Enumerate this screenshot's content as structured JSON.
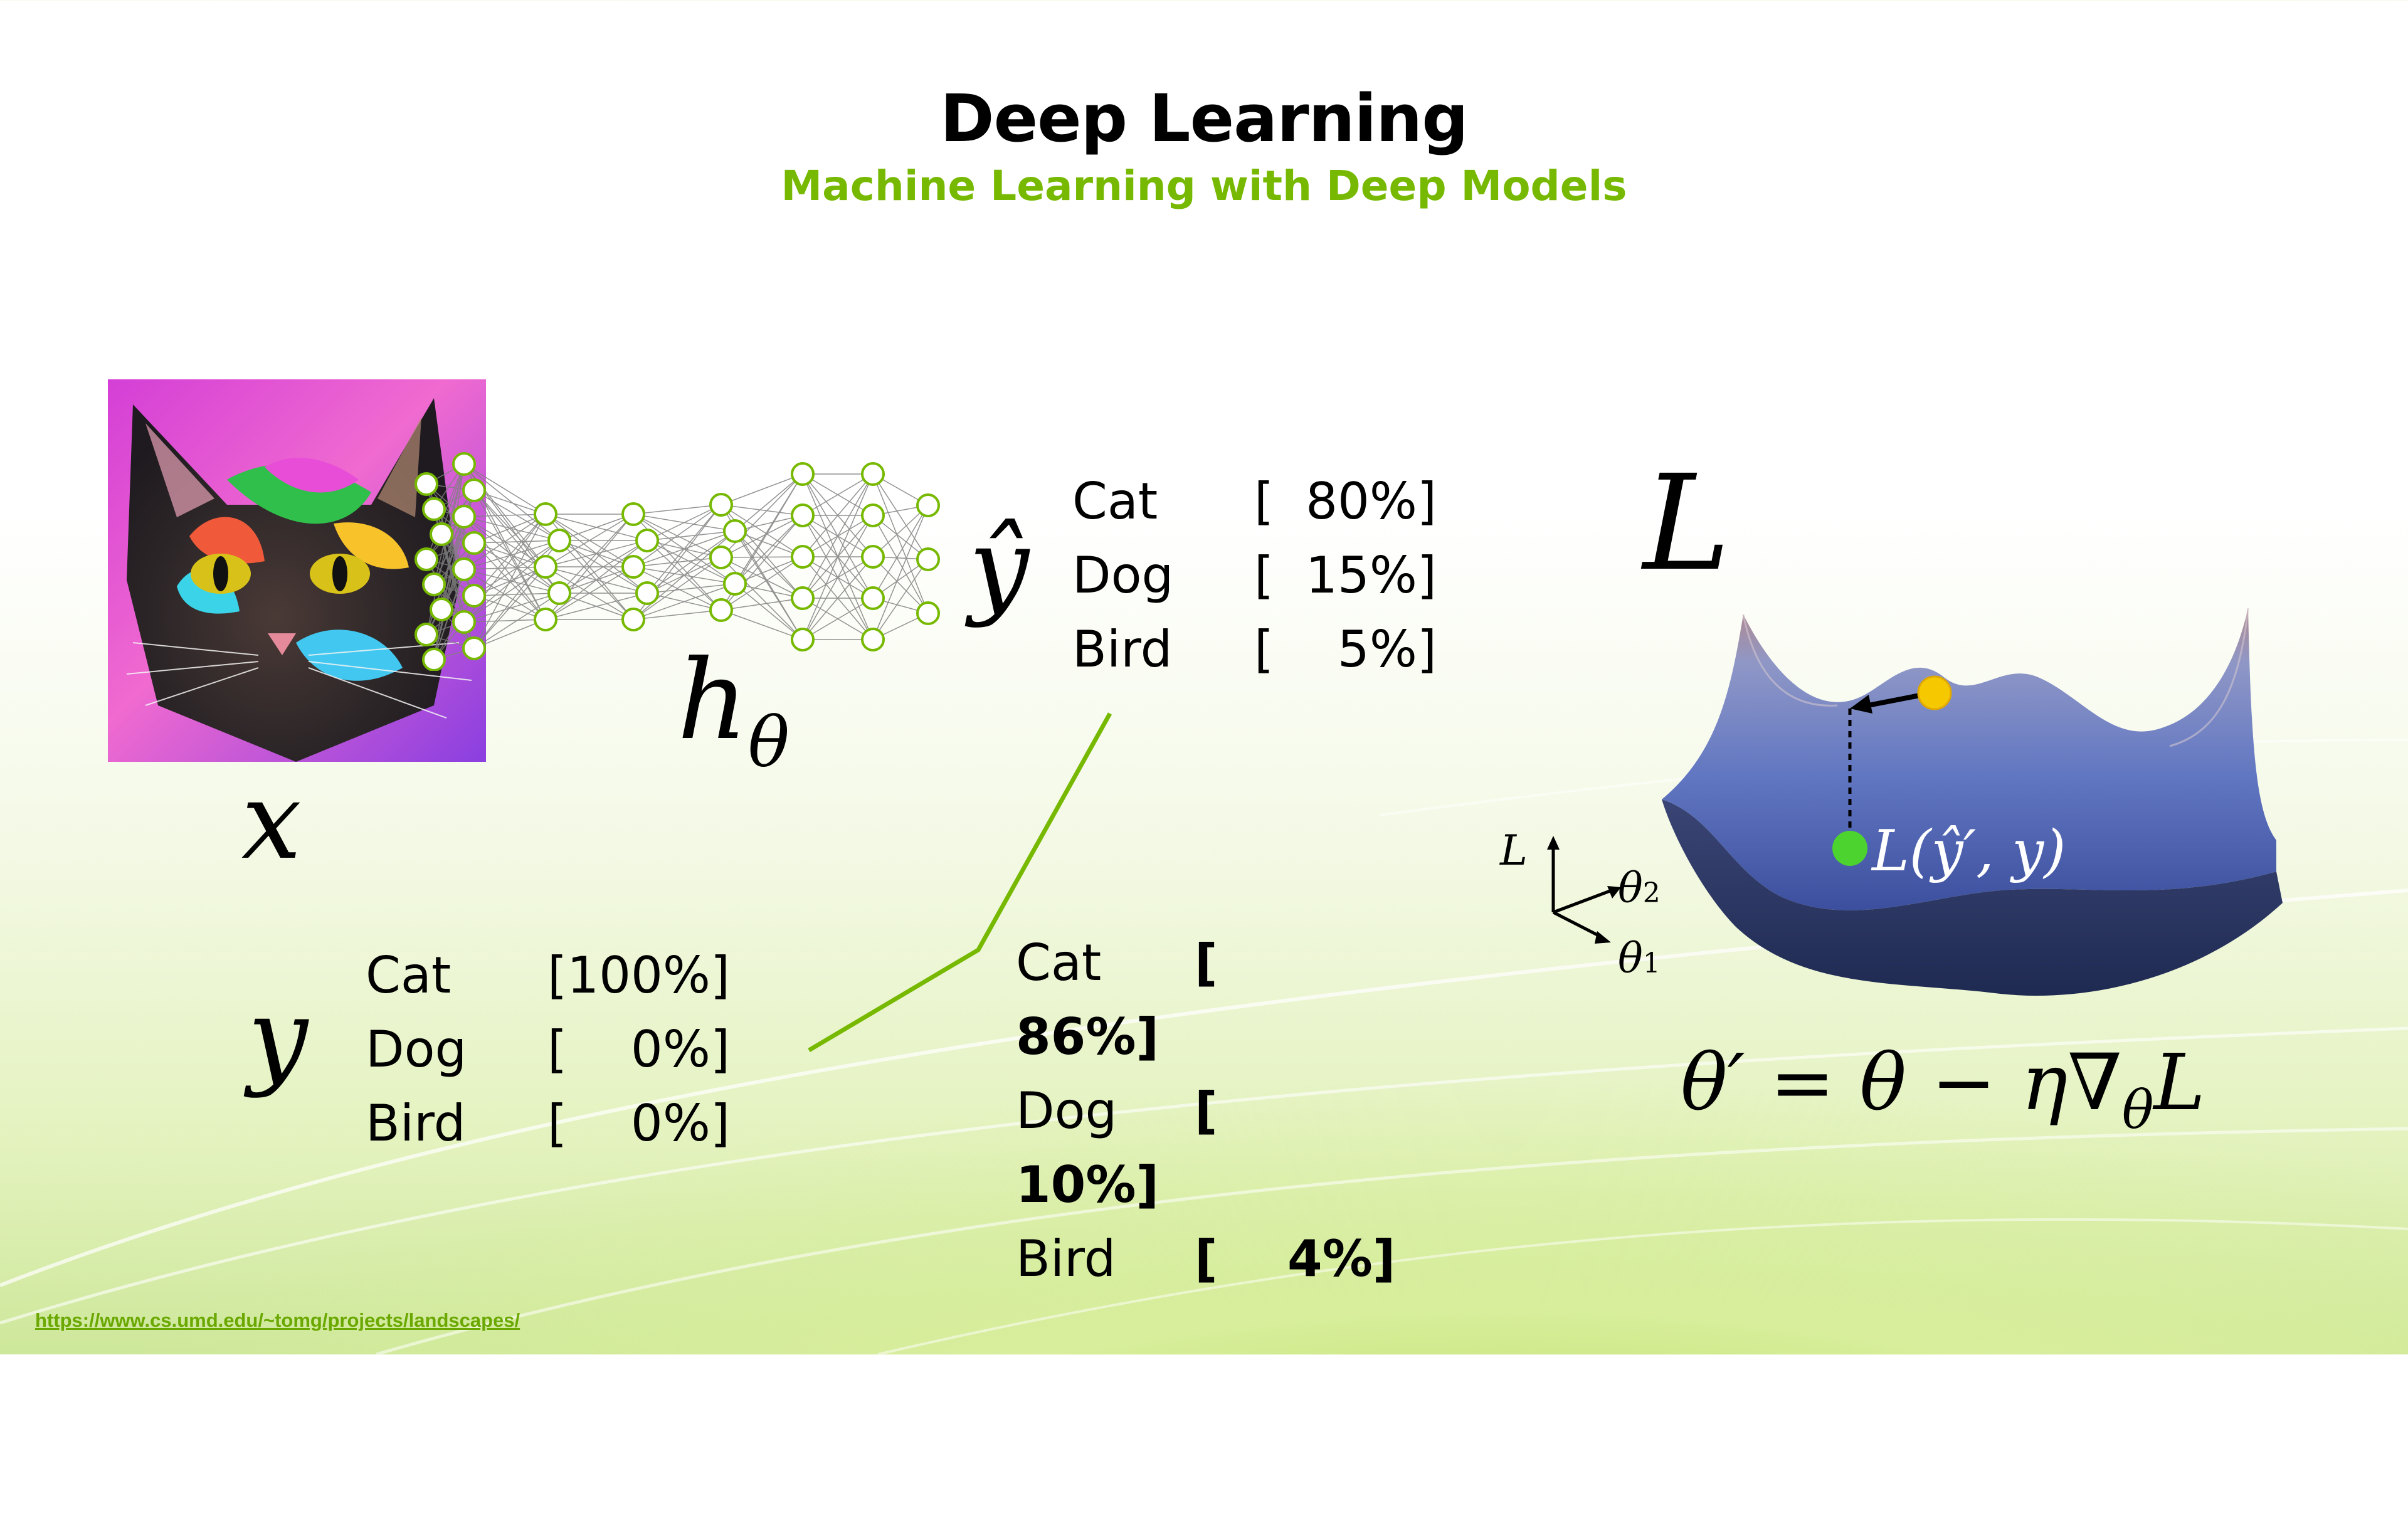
{
  "slide": {
    "title": "Deep Learning",
    "subtitle": "Machine Learning with Deep Models",
    "source_link": "https://www.cs.umd.edu/~tomg/projects/landscapes/"
  },
  "symbols": {
    "input": "x",
    "model": "h",
    "model_sub": "θ",
    "prediction": "ŷ",
    "target": "y",
    "loss": "L",
    "loss_point": "L(ŷ′, y)",
    "axis_l": "L",
    "axis_t2": "θ",
    "axis_t2_sub": "2",
    "axis_t1": "θ",
    "axis_t1_sub": "1"
  },
  "predictions_initial": [
    {
      "label": "Cat",
      "value": "[  80%]"
    },
    {
      "label": "Dog",
      "value": "[  15%]"
    },
    {
      "label": "Bird",
      "value": "[    5%]"
    }
  ],
  "ground_truth": [
    {
      "label": "Cat",
      "value": "[100%]"
    },
    {
      "label": "Dog",
      "value": "[    0%]"
    },
    {
      "label": "Bird",
      "value": "[    0%]"
    }
  ],
  "predictions_updated": [
    {
      "label": "Cat",
      "value_top": "[",
      "value_bottom": "86%]"
    },
    {
      "label": "Dog",
      "value_top": "[",
      "value_bottom": "10%]"
    },
    {
      "label": "Bird",
      "value_top": "[    4%]",
      "value_bottom": ""
    }
  ],
  "update_rule": {
    "lhs": "θ′",
    "eq": " = ",
    "theta": "θ",
    "minus": " − ",
    "eta": "η",
    "nabla": "∇",
    "nabla_sub": "θ",
    "loss": "L"
  },
  "colors": {
    "accent": "#76b900",
    "surface": "#5b6fb8",
    "start_point": "#f5c800",
    "end_point": "#4cd330"
  }
}
